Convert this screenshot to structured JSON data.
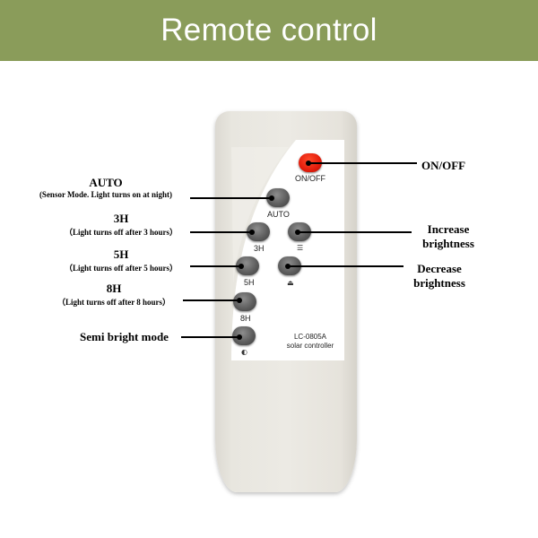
{
  "header": {
    "title": "Remote control"
  },
  "colors": {
    "banner": "#8a9c5a",
    "power_button": "#e31d0c",
    "button": "#5e5e5e",
    "remote_body": "#eceae4"
  },
  "remote": {
    "onoff_label": "ON/OFF",
    "auto_label": "AUTO",
    "h3_label": "3H",
    "h5_label": "5H",
    "h8_label": "8H",
    "model": "LC-0805A",
    "model_sub": "solar controller",
    "icons": {
      "increase": "lamp-up-icon",
      "decrease": "lamp-down-icon",
      "semi": "half-circle-icon"
    }
  },
  "callouts": {
    "auto": {
      "title": "AUTO",
      "sub": "(Sensor Mode. Light turns on at night)"
    },
    "h3": {
      "title": "3H",
      "sub": "（Light turns off after 3 hours）"
    },
    "h5": {
      "title": "5H",
      "sub": "（Light turns off after 5 hours）"
    },
    "h8": {
      "title": "8H",
      "sub": "（Light turns off after 8 hours）"
    },
    "semi": {
      "title": "Semi bright mode"
    },
    "onoff": {
      "title": "ON/OFF"
    },
    "increase": {
      "line1": "Increase",
      "line2": "brightness"
    },
    "decrease": {
      "line1": "Decrease",
      "line2": "brightness"
    }
  }
}
